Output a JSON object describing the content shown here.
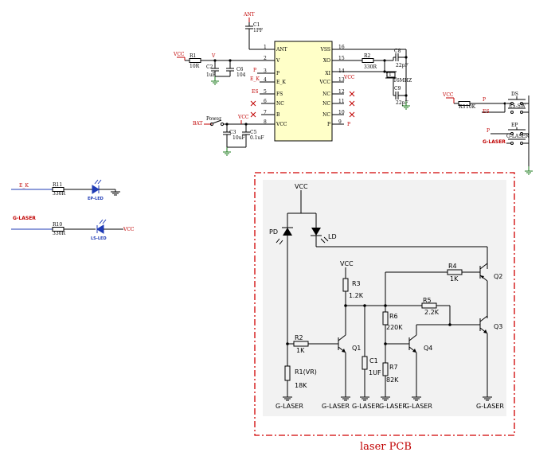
{
  "ic": {
    "left_pins": [
      {
        "num": "1",
        "name": "ANT"
      },
      {
        "num": "2",
        "name": "V"
      },
      {
        "num": "3",
        "name": "P"
      },
      {
        "num": "4",
        "name": "E_K"
      },
      {
        "num": "5",
        "name": "FS"
      },
      {
        "num": "6",
        "name": "NC"
      },
      {
        "num": "7",
        "name": "B"
      },
      {
        "num": "8",
        "name": "VCC"
      }
    ],
    "right_pins": [
      {
        "num": "16",
        "name": "VSS"
      },
      {
        "num": "15",
        "name": "XO"
      },
      {
        "num": "14",
        "name": "XI"
      },
      {
        "num": "13",
        "name": "VCC"
      },
      {
        "num": "12",
        "name": "NC"
      },
      {
        "num": "11",
        "name": "NC"
      },
      {
        "num": "10",
        "name": "NC"
      },
      {
        "num": "9",
        "name": "P"
      }
    ]
  },
  "top": {
    "ant_label": "ANT",
    "c1_name": "C1",
    "c1_value": "1PF",
    "vcc1": "VCC",
    "r1_name": "R1",
    "r1_value": "10R",
    "c2_name": "C2",
    "c2_value": "1uF",
    "c6_name": "C6",
    "c6_value": "104",
    "v_label": "V",
    "net_p": "P",
    "net_ek": "E_K",
    "net_es": "ES",
    "bat": "BAT",
    "power": "Power",
    "vcc2": "VCC",
    "c3_name": "C3",
    "c3_value": "10uF",
    "c5_name": "C5",
    "c5_value": "0.1uF",
    "r2_name": "R2",
    "r2_value": "330R",
    "c8_name": "C8",
    "c8_value": "22pF",
    "y1_name": "Y1",
    "y1_value": "16MHZ",
    "c9_name": "C9",
    "c9_value": "22pF",
    "vcc3": "VCC",
    "net_p2": "P"
  },
  "switches": {
    "vcc": "VCC",
    "r3_name": "R3",
    "r3_value": "10K",
    "net_p": "P",
    "net_es": "ES",
    "sw1": "DS",
    "sw1_sub": "ES-SW",
    "sw2": "EP",
    "sw2_sub": "G-LASER",
    "net_p2": "P",
    "glaser": "G-LASER"
  },
  "leds": {
    "ek": "E_K",
    "r11_name": "R11",
    "r11_value": "330R",
    "led1": "EP-LED",
    "glaser": "G-LASER",
    "r10_name": "R10",
    "r10_value": "330R",
    "led2": "LS-LED",
    "vcc": "VCC"
  },
  "pcb": {
    "title": "laser PCB",
    "vcc_top": "VCC",
    "pd": "PD",
    "ld": "LD",
    "vcc_mid": "VCC",
    "r3_name": "R3",
    "r3_value": "1.2K",
    "r4_name": "R4",
    "r4_value": "1K",
    "q2": "Q2",
    "r5_name": "R5",
    "r5_value": "2.2K",
    "r6_name": "R6",
    "r6_value": "220K",
    "q3": "Q3",
    "r2_name": "R2",
    "r2_value": "1K",
    "q1": "Q1",
    "q4": "Q4",
    "c1_name": "C1",
    "c1_value": "1UF",
    "r7_name": "R7",
    "r7_value": "82K",
    "r1_name": "R1(VR)",
    "r1_value": "18K",
    "grounds": [
      "G-LASER",
      "G-LASER",
      "G-LASER",
      "G-LASER",
      "G-LASER",
      "G-LASER"
    ]
  }
}
